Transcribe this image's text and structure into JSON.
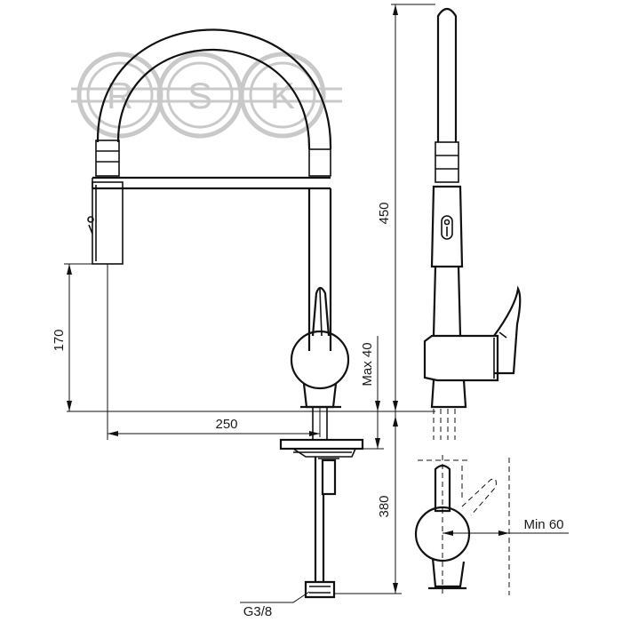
{
  "watermark": {
    "letters": [
      "R",
      "S",
      "K"
    ],
    "color": "#c9c9c9"
  },
  "dimensions": {
    "height_total": "450",
    "spout_height": "170",
    "reach": "250",
    "max_mount": "Max 40",
    "below_counter": "380",
    "connection": "G3/8",
    "min_clearance": "Min 60"
  },
  "colors": {
    "line": "#111111",
    "background": "#ffffff"
  }
}
